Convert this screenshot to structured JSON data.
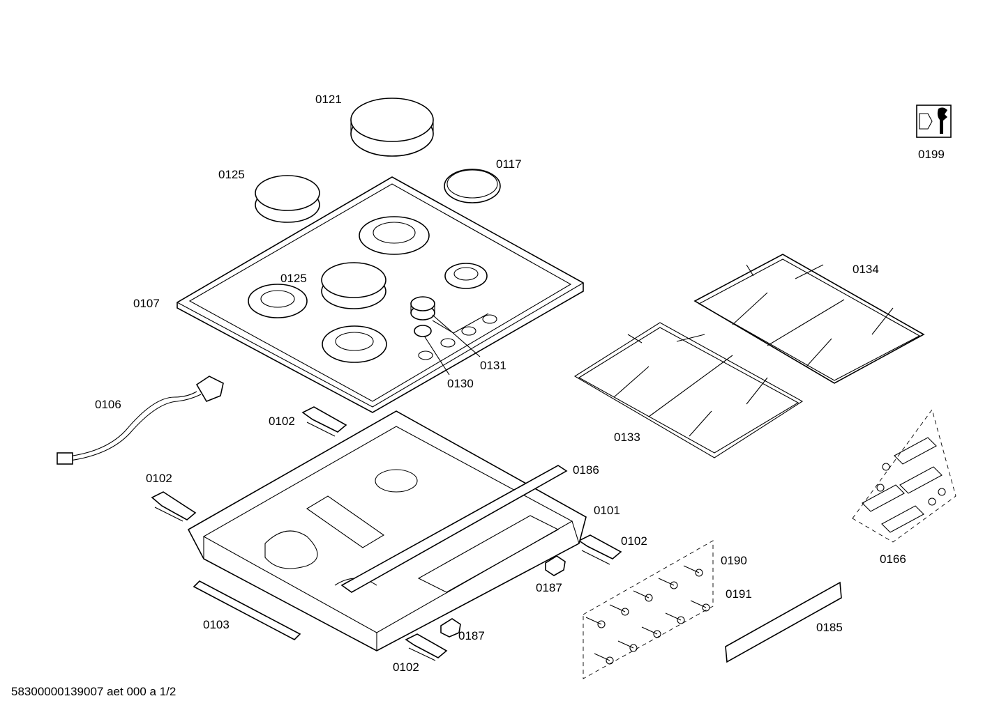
{
  "diagram": {
    "labels": {
      "p0121": "0121",
      "p0125a": "0125",
      "p0117": "0117",
      "p0199": "0199",
      "p0107": "0107",
      "p0125b": "0125",
      "p0134": "0134",
      "p0131": "0131",
      "p0130": "0130",
      "p0106": "0106",
      "p0102a": "0102",
      "p0133": "0133",
      "p0102b": "0102",
      "p0186": "0186",
      "p0101": "0101",
      "p0102c": "0102",
      "p0190": "0190",
      "p0166": "0166",
      "p0187a": "0187",
      "p0191": "0191",
      "p0103": "0103",
      "p0185": "0185",
      "p0187b": "0187",
      "p0102d": "0102"
    },
    "footer": "58300000139007 aet 000 a 1/2"
  }
}
